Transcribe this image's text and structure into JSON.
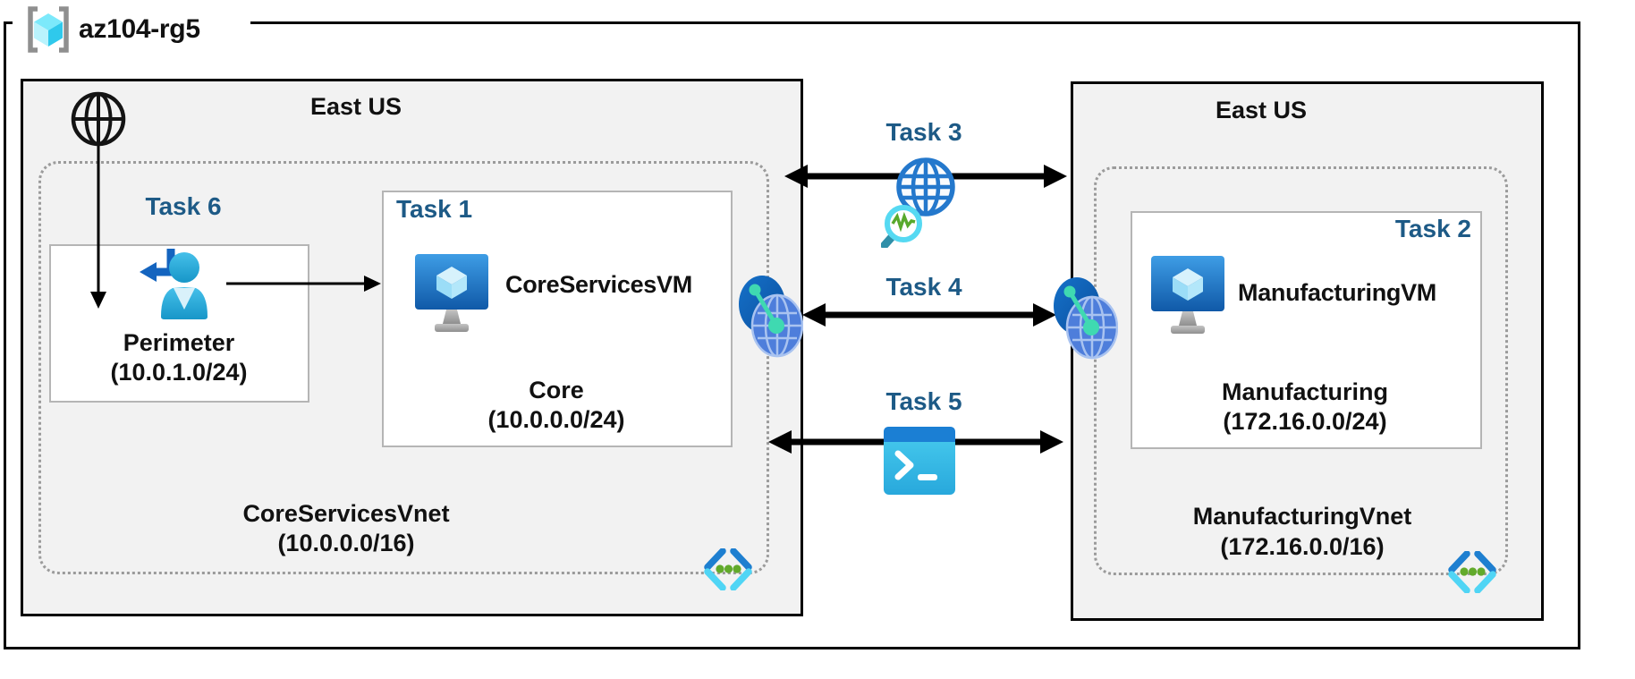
{
  "resource_group": {
    "name": "az104-rg5",
    "icon": "resource-group-icon"
  },
  "regions": {
    "core": {
      "location": "East US",
      "internet_icon": "internet-globe-icon",
      "vnet": {
        "name": "CoreServicesVnet",
        "cidr": "(10.0.0.0/16)",
        "icon": "virtual-network-icon"
      },
      "peering_icon": "vnet-peering-icon",
      "subnets": {
        "perimeter": {
          "task": "Task 6",
          "name": "Perimeter",
          "cidr": "(10.0.1.0/24)",
          "icon": "guest-user-icon"
        },
        "core": {
          "task": "Task 1",
          "vm": "CoreServicesVM",
          "name": "Core",
          "cidr": "(10.0.0.0/24)",
          "icon": "virtual-machine-icon"
        }
      }
    },
    "manufacturing": {
      "location": "East US",
      "vnet": {
        "name": "ManufacturingVnet",
        "cidr": "(172.16.0.0/16)",
        "icon": "virtual-network-icon"
      },
      "peering_icon": "vnet-peering-icon",
      "subnets": {
        "manufacturing": {
          "task": "Task 2",
          "vm": "ManufacturingVM",
          "name": "Manufacturing",
          "cidr": "(172.16.0.0/24)",
          "icon": "virtual-machine-icon"
        }
      }
    }
  },
  "connections": {
    "task3": {
      "label": "Task 3",
      "icon": "network-watcher-icon"
    },
    "task4": {
      "label": "Task 4"
    },
    "task5": {
      "label": "Task 5",
      "icon": "cloud-shell-icon"
    }
  },
  "colors": {
    "task_label": "#1d5a86",
    "region_fill": "#f2f2f2",
    "region_border": "#000000",
    "vnet_dotted_border": "#9b9b9b",
    "subnet_box_border": "#b5b5b5",
    "arrow": "#000000",
    "azure_blue": "#1b7fd4",
    "cyan": "#50d5f5",
    "teal_accent": "#3fd9b1",
    "green_accent": "#62aa2b"
  }
}
